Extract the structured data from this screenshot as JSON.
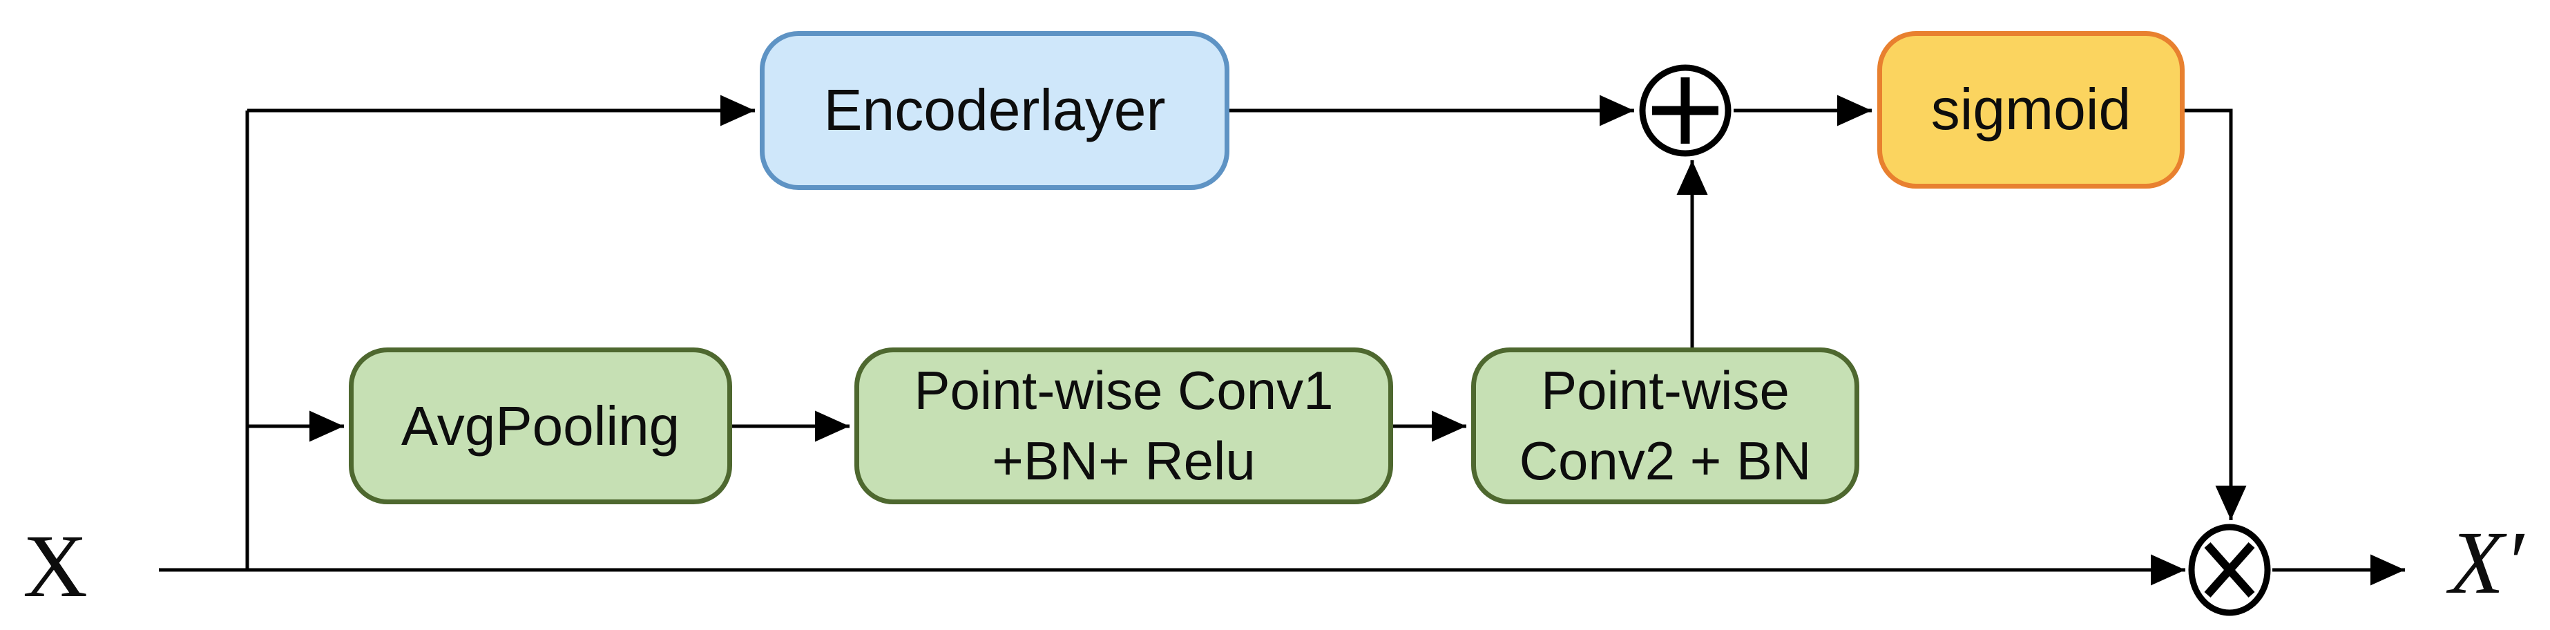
{
  "figure": {
    "type": "flow-diagram",
    "background_color": "#ffffff",
    "line_color": "#000000",
    "input_label": "X",
    "output_label": "X′",
    "nodes": {
      "encoder": {
        "label": "Encoderlayer",
        "fill": "#cfe7fa",
        "border": "#5e93c4"
      },
      "avgpool": {
        "label": "AvgPooling",
        "fill": "#c6e0b4",
        "border": "#4e682f"
      },
      "conv1": {
        "lines": [
          "Point-wise Conv1",
          "+BN+ Relu"
        ],
        "fill": "#c6e0b4",
        "border": "#4e682f"
      },
      "conv2": {
        "lines": [
          "Point-wise",
          "Conv2 + BN"
        ],
        "fill": "#c6e0b4",
        "border": "#4e682f"
      },
      "sigmoid": {
        "label": "sigmoid",
        "fill": "#fbd45f",
        "border": "#e8802f"
      }
    },
    "operators": {
      "add": {
        "symbol": "⊕"
      },
      "multiply": {
        "symbol": "⊗"
      }
    }
  }
}
